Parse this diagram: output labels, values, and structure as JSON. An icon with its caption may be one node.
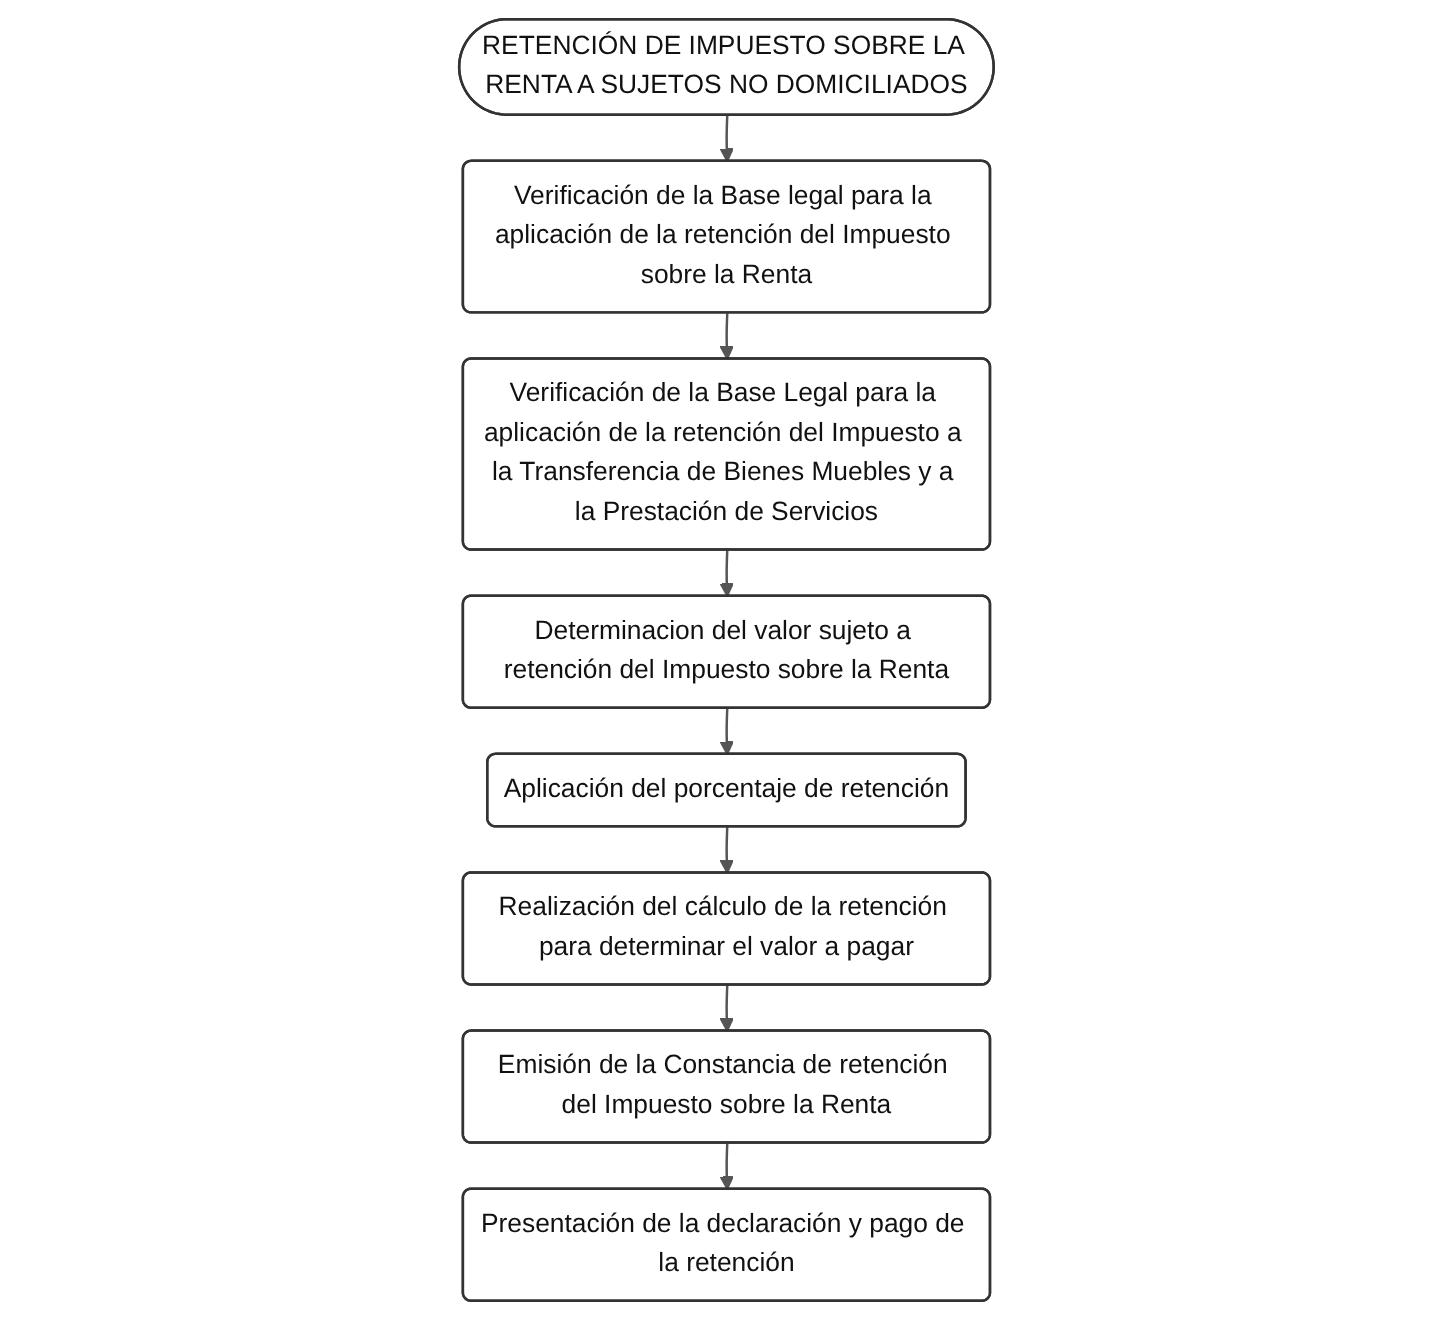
{
  "diagram": {
    "nodes": [
      {
        "text": [
          "RETENCIÓN DE IMPUESTO SOBRE LA RENTA A SUJETOS NO DOMICILIADOS"
        ]
      },
      {
        "text": [
          "Verificación de la Base legal para la aplicación de la retención del Impuesto sobre la Renta"
        ]
      },
      {
        "text": [
          "Verificación de la Base Legal para la aplicación de la retención del Impuesto a la Transferencia de Bienes Muebles y a la Prestación de Servicios"
        ]
      },
      {
        "text": [
          "Aplicación del porcentaje de retención"
        ]
      },
      {
        "text": [
          "Determinacion del valor sujeto a retención del Impuesto sobre la Renta"
        ]
      },
      {
        "text": [
          "Realización del cálculo de la retención para determinar el valor a pagar"
        ]
      },
      {
        "text": [
          "Emisión de la Constancia de retención del Impuesto sobre la Renta"
        ]
      },
      {
        "text": [
          "Presentación de la declaración y pago de la retención"
        ]
      }
    ],
    "edges": [
      {
        "from": 0,
        "to": 1,
        "arrow": "to"
      },
      {
        "from": 1,
        "to": 2,
        "arrow": "to"
      },
      {
        "from": 2,
        "to": 4,
        "arrow": "to"
      },
      {
        "from": 4,
        "to": 3,
        "arrow": "to"
      },
      {
        "from": 3,
        "to": 5,
        "arrow": "to"
      },
      {
        "from": 5,
        "to": 6,
        "arrow": "to"
      },
      {
        "from": 6,
        "to": 7,
        "arrow": "to"
      }
    ]
  }
}
